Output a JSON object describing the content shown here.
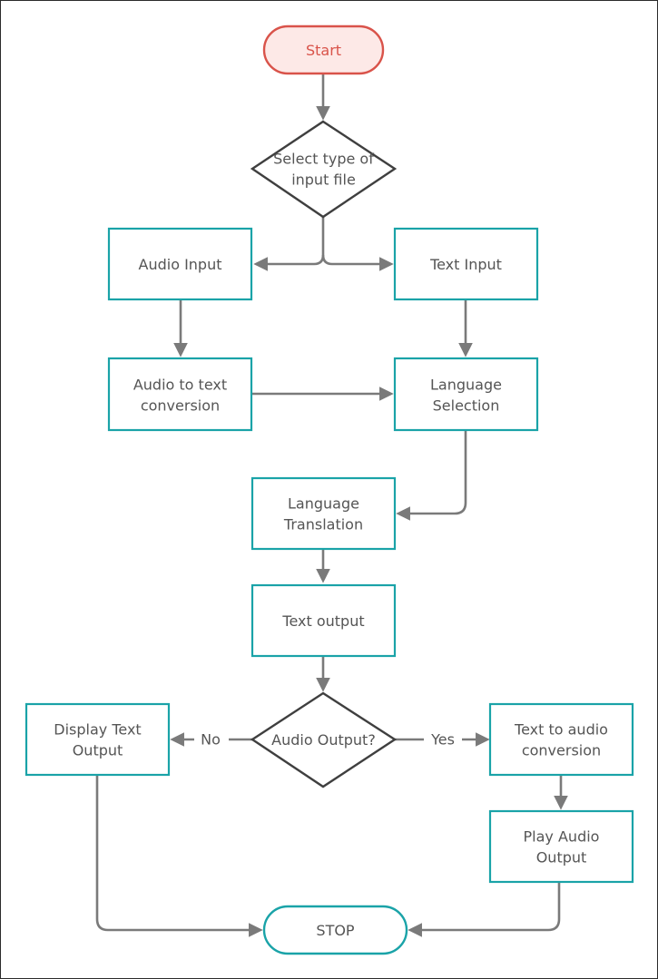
{
  "nodes": {
    "start": {
      "label": [
        "Start"
      ]
    },
    "select_type": {
      "label": [
        "Select type of",
        "input file"
      ]
    },
    "audio_input": {
      "label": [
        "Audio Input"
      ]
    },
    "text_input": {
      "label": [
        "Text Input"
      ]
    },
    "audio_to_text": {
      "label": [
        "Audio to text",
        "conversion"
      ]
    },
    "language_selection": {
      "label": [
        "Language",
        "Selection"
      ]
    },
    "language_translation": {
      "label": [
        "Language",
        "Translation"
      ]
    },
    "text_output": {
      "label": [
        "Text output"
      ]
    },
    "audio_output_q": {
      "label": [
        "Audio Output?"
      ]
    },
    "display_text": {
      "label": [
        "Display Text",
        "Output"
      ]
    },
    "text_to_audio": {
      "label": [
        "Text to audio",
        "conversion"
      ]
    },
    "play_audio": {
      "label": [
        "Play Audio",
        "Output"
      ]
    },
    "stop": {
      "label": [
        "STOP"
      ]
    }
  },
  "edges": {
    "no_label": "No",
    "yes_label": "Yes"
  },
  "colors": {
    "process_border": "#1aa3a8",
    "start_border": "#d9534a",
    "start_fill": "#fde9e7",
    "decision_border": "#3f3f3f",
    "edge": "#7a7a7a",
    "text": "#555555"
  }
}
